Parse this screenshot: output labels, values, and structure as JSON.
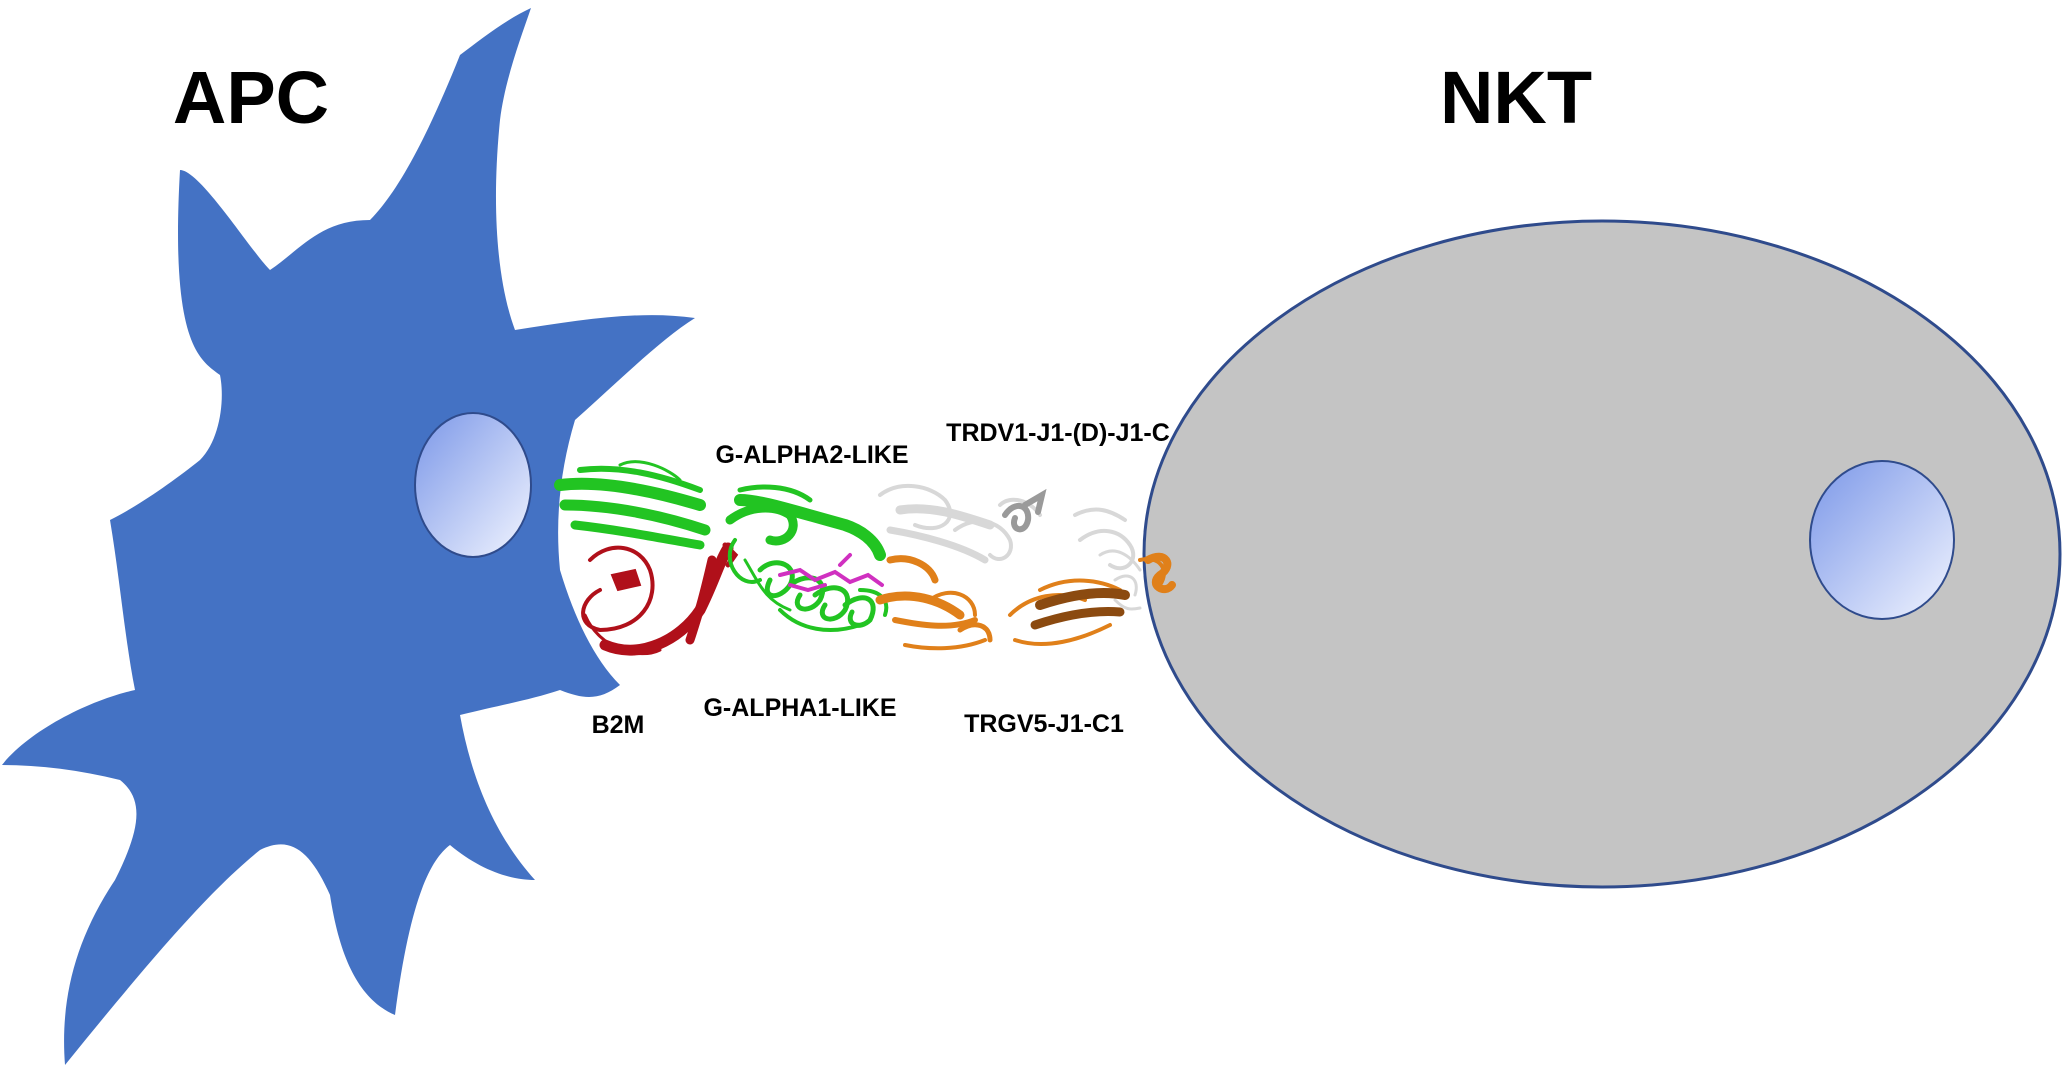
{
  "cells": {
    "apc": {
      "title": "APC",
      "color": "#4472C4",
      "nucleus_gradient": [
        "#7B97E8",
        "#EEF2FF"
      ]
    },
    "nkt": {
      "title": "NKT",
      "fill": "#C4C4C4",
      "stroke": "#2F4B8C",
      "nucleus_gradient": [
        "#7B97E8",
        "#EEF2FF"
      ]
    }
  },
  "molecules": {
    "g_alpha2_like": {
      "label": "G-ALPHA2-LIKE",
      "color": "#22C422"
    },
    "g_alpha1_like": {
      "label": "G-ALPHA1-LIKE",
      "color": "#22C422"
    },
    "b2m": {
      "label": "B2M",
      "color": "#B0101A"
    },
    "trdv": {
      "label": "TRDV1-J1-(D)-J1-C",
      "color": "#D8D8D8"
    },
    "trgv": {
      "label": "TRGV5-J1-C1",
      "color": "#E0801A"
    },
    "ligand": {
      "color": "#D030C0"
    }
  }
}
